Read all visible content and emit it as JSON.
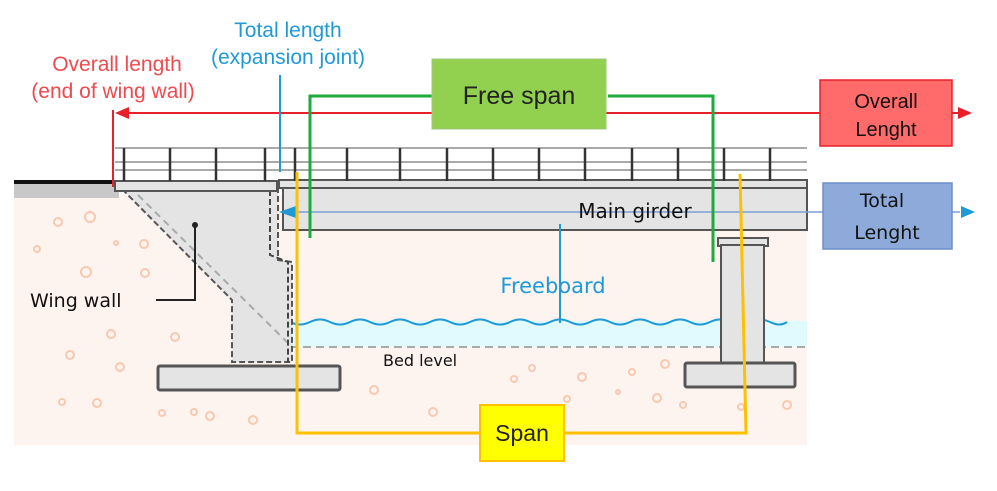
{
  "diagram": {
    "title": "Bridge length terminology",
    "labels": {
      "overall_length_line1": "Overall length",
      "overall_length_line2": "(end of wing wall)",
      "total_length_line1": "Total length",
      "total_length_line2": "(expansion joint)",
      "free_span": "Free span",
      "overall_box_line1": "Overall",
      "overall_box_line2": "Lenght",
      "total_box_line1": "Total",
      "total_box_line2": "Lenght",
      "main_girder": "Main girder",
      "freeboard": "Freeboard",
      "wing_wall": "Wing wall",
      "bed_level": "Bed level",
      "span": "Span"
    },
    "colors": {
      "overall_length": "#e8202a",
      "overall_box_fill": "#ff6b6b",
      "total_length": "#1e9ad6",
      "total_box_fill": "#8eaadb",
      "free_span": "#1faa3c",
      "free_span_box_fill": "#92d050",
      "span": "#ffc000",
      "span_box_fill": "#ffff00",
      "freeboard": "#1e9ad6",
      "water_fill": "#e0fafd",
      "soil_fill": "#fef4ef",
      "structure_fill": "#e4e4e4",
      "structure_stroke": "#555555",
      "pebble": "#f8c8b0"
    }
  }
}
